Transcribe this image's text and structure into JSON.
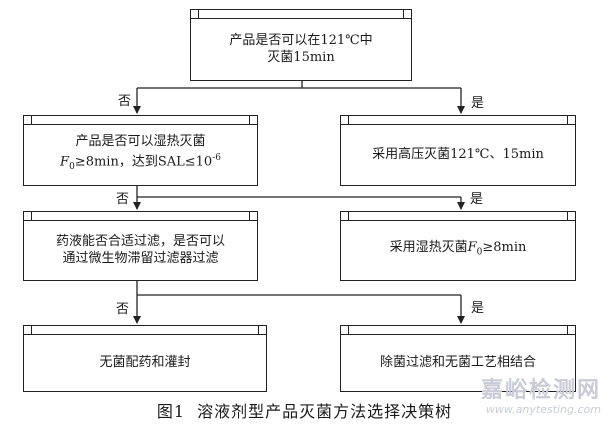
{
  "nodes": {
    "root": {
      "line1": "产品是否可以在121℃中",
      "line2": "灭菌15min"
    },
    "q2": {
      "line1": "产品是否可以湿热灭菌",
      "line2_sym": "F",
      "line2_sub": "0",
      "line2_rest": "≥8min，达到SAL≤10",
      "line2_sup": "-6"
    },
    "yes1": {
      "text": "采用高压灭菌121℃、15min"
    },
    "q3": {
      "line1": "药液能否合适过滤，是否可以",
      "line2": "通过微生物滞留过滤器过滤"
    },
    "yes2": {
      "text_pre": "采用湿热灭菌",
      "sym": "F",
      "sub": "0",
      "text_post": "≥8min"
    },
    "no3": {
      "text": "无菌配药和灌封"
    },
    "yes3": {
      "text": "除菌过滤和无菌工艺相结合"
    }
  },
  "edges": {
    "no_label": "否",
    "yes_label": "是"
  },
  "caption": {
    "figure": "图1",
    "title": "溶液剂型产品灭菌方法选择决策树"
  },
  "watermark": {
    "cn": "嘉峪检测网",
    "en": "www.anytesting.com"
  }
}
